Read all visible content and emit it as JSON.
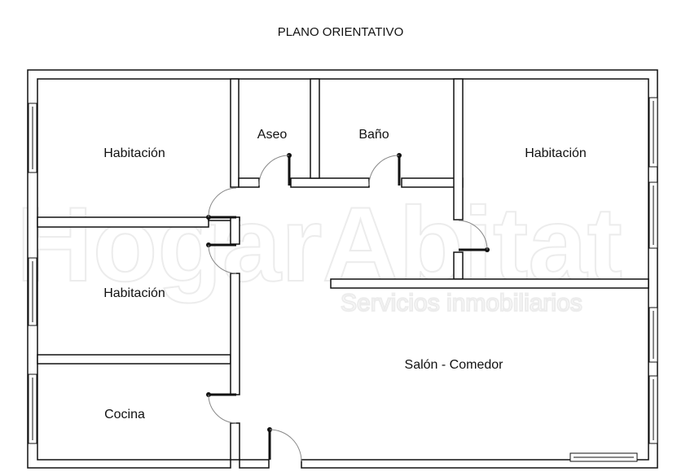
{
  "title": "PLANO ORIENTATIVO",
  "watermark": {
    "brand": "HogarAbitat",
    "tagline": "Servicios inmobiliarios"
  },
  "rooms": [
    {
      "name": "Habitación"
    },
    {
      "name": "Aseo"
    },
    {
      "name": "Baño"
    },
    {
      "name": "Habitación"
    },
    {
      "name": "Habitación"
    },
    {
      "name": "Salón - Comedor"
    },
    {
      "name": "Cocina"
    }
  ],
  "colors": {
    "wall": "#111111",
    "door_arc": "#888888",
    "background": "#ffffff"
  }
}
